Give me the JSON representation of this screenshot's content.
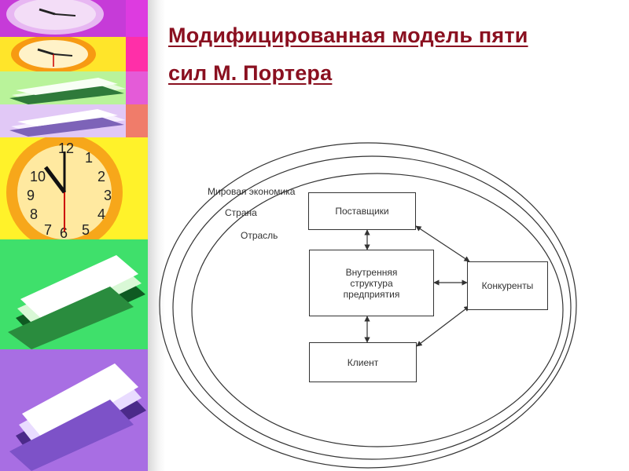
{
  "title": {
    "line1": "Модифицированная модель пяти",
    "line2": "сил М. Портера"
  },
  "diagram": {
    "rings": {
      "world": "Мировая экономика",
      "country": "Страна",
      "industry": "Отрасль"
    },
    "boxes": {
      "suppliers": "Поставщики",
      "internal_line1": "Внутренняя",
      "internal_line2": "структура",
      "internal_line3": "предприятия",
      "competitors": "Конкуренты",
      "client": "Клиент"
    }
  },
  "colors": {
    "title": "#8a1020",
    "line": "#333333"
  },
  "side_images": [
    "clock-icon",
    "clock-icon",
    "papers-icon",
    "papers-icon",
    "clock-icon",
    "papers-icon",
    "papers-icon"
  ]
}
